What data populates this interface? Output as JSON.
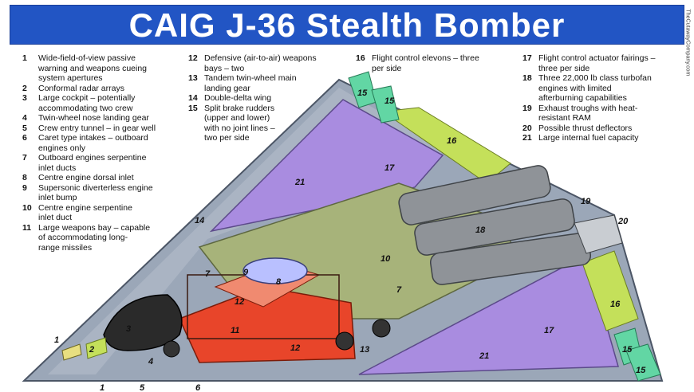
{
  "header": {
    "title": "CAIG J-36 Stealth Bomber"
  },
  "credit": "TheCutawayCompany.com",
  "legend": {
    "col1": [
      {
        "n": "1",
        "text": "Wide-field-of-view passive\nwarning and weapons cueing\nsystem apertures"
      },
      {
        "n": "2",
        "text": "Conformal radar arrays"
      },
      {
        "n": "3",
        "text": "Large cockpit – potentially\naccommodating two crew"
      },
      {
        "n": "4",
        "text": "Twin-wheel nose landing gear"
      },
      {
        "n": "5",
        "text": "Crew entry tunnel – in gear well"
      },
      {
        "n": "6",
        "text": "Caret type intakes – outboard\nengines only"
      },
      {
        "n": "7",
        "text": "Outboard engines serpentine\ninlet ducts"
      },
      {
        "n": "8",
        "text": "Centre engine dorsal inlet"
      },
      {
        "n": "9",
        "text": "Supersonic diverterless engine\ninlet bump"
      },
      {
        "n": "10",
        "text": "Centre engine serpentine\ninlet duct"
      },
      {
        "n": "11",
        "text": "Large weapons bay – capable\nof accommodating long-\nrange missiles"
      }
    ],
    "col2": [
      {
        "n": "12",
        "text": "Defensive (air-to-air) weapons\nbays – two"
      },
      {
        "n": "13",
        "text": "Tandem twin-wheel main\nlanding gear"
      },
      {
        "n": "14",
        "text": "Double-delta wing"
      },
      {
        "n": "15",
        "text": "Split brake rudders\n(upper and lower)\nwith no joint lines –\ntwo per side"
      }
    ],
    "col3": [
      {
        "n": "16",
        "text": "Flight control elevons – three\nper side"
      }
    ],
    "col4": [
      {
        "n": "17",
        "text": "Flight control actuator fairings –\nthree per side"
      },
      {
        "n": "18",
        "text": "Three 22,000 lb class turbofan\nengines with limited\nafterburning capabilities"
      },
      {
        "n": "19",
        "text": "Exhaust troughs with heat-\nresistant RAM"
      },
      {
        "n": "20",
        "text": "Possible thrust deflectors"
      },
      {
        "n": "21",
        "text": "Large internal fuel capacity"
      }
    ]
  },
  "callouts": [
    "15",
    "15",
    "16",
    "17",
    "21",
    "14",
    "19",
    "20",
    "18",
    "10",
    "9",
    "8",
    "7",
    "7",
    "12",
    "11",
    "12",
    "3",
    "1",
    "2",
    "4",
    "13",
    "16",
    "17",
    "15",
    "15",
    "21",
    "1",
    "5",
    "6"
  ],
  "colors": {
    "banner": "#2255c4",
    "wing_fill": "#9ba7b8",
    "fuel_tank": "#a98ce0",
    "elevon": "#c4e05a",
    "rudder": "#62d6a4",
    "weapons_bay": "#e8452a",
    "intake_duct": "#a7b37a",
    "engine": "#8f9398",
    "cockpit": "#2a2a2a"
  }
}
